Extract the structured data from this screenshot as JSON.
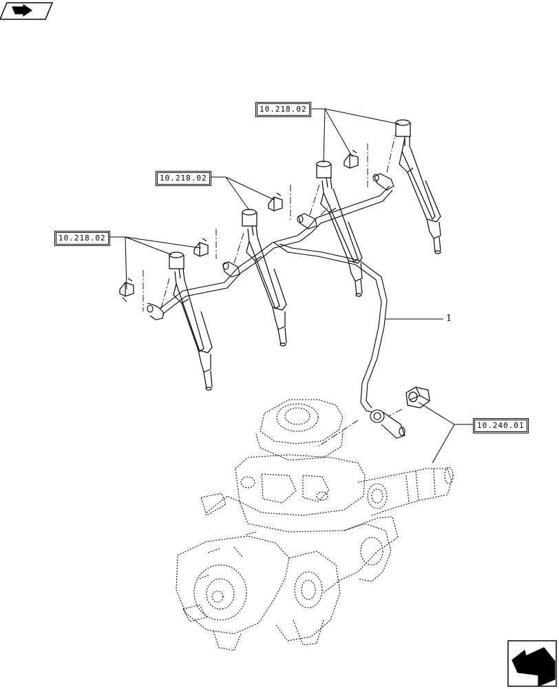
{
  "references": {
    "ref_a": "10.218.02",
    "ref_b": "10.218.02",
    "ref_c": "10.218.02",
    "ref_d": "10.240.01"
  },
  "callouts": {
    "item_1": "1"
  },
  "icons": {
    "top_left": "previous-page-arrow-icon",
    "bottom_right": "next-page-arrow-icon"
  }
}
